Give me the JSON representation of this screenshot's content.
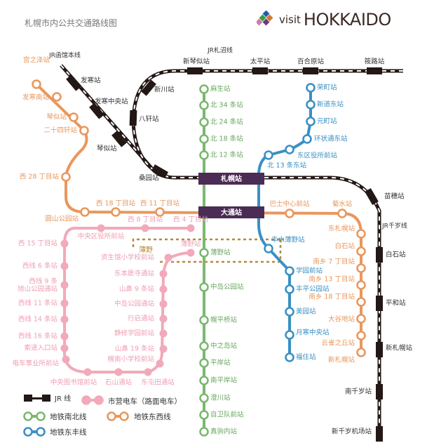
{
  "title": "札幌市内公共交通路线图",
  "logo": {
    "prefix": "visit",
    "name": "HOKKAIDO"
  },
  "colors": {
    "jr": "#231815",
    "namboku": "#7bb86f",
    "tozai": "#e9975c",
    "toho": "#3a90c2",
    "tram": "#f2a9b9",
    "hub": "#4b2c55",
    "susukino_box": "#b8893a"
  },
  "jr": {
    "line_labels": {
      "hakodate": "JR函馆本线",
      "sassho": "JR札沼线",
      "chitose": "JR千岁线"
    },
    "stations": [
      "新琴似站",
      "太平站",
      "百合原站",
      "筱路站",
      "新川站",
      "八轩站",
      "发寒站",
      "发寒中央站",
      "琴似站",
      "桑园站",
      "苗穗站",
      "白石站",
      "平和站",
      "新札幌站",
      "南千岁站",
      "新千岁机场站"
    ]
  },
  "hubs": {
    "sapporo": "札幌站",
    "odori": "大通站"
  },
  "namboku": [
    "麻生站",
    "北 34 条站",
    "北 24 条站",
    "北 18 条站",
    "北 12 条站",
    "薄野站",
    "中岛公园站",
    "幌平桥站",
    "中之岛站",
    "平岸站",
    "南平岸站",
    "澄川站",
    "自卫队前站",
    "真驹内站"
  ],
  "toho": [
    "荣町站",
    "新道东站",
    "元町站",
    "环状通东站",
    "东区役所前站",
    "北 13 条东站",
    "丰水薄野站",
    "学园前站",
    "丰平公园站",
    "美园站",
    "月寒中央站",
    "福住站"
  ],
  "tozai": [
    "宫之泽站",
    "发寒南站",
    "琴似站",
    "二十四轩站",
    "西 28 丁目站",
    "圆山公园站",
    "西 18 丁目站",
    "西 11 丁目站",
    "巴士中心前站",
    "菊水站",
    "东札幌站",
    "白石站",
    "南乡 7 丁目站",
    "南乡 13 丁目站",
    "南乡 18 丁目站",
    "大谷地站",
    "云雀之丘站",
    "新札幌站"
  ],
  "tram": [
    "西 4 丁目站",
    "西 8 丁目站",
    "中央区役所前站",
    "西 15 丁目站",
    "西线 6 条站",
    "西线 9 条\n旭山公园通站",
    "西线 11 条站",
    "西线 14 条站",
    "西线 16 条站",
    "索道入口站",
    "电车事业所前站",
    "中央图书馆前站",
    "石山通站",
    "东屯田通站",
    "幌南小学校前站",
    "山鼻 19 条站",
    "静修学园前站",
    "行启通站",
    "中岛公园通站",
    "山鼻 9 条站",
    "东本愿寺通站",
    "资生馆小学校前站",
    "薄野站"
  ],
  "susukino_area_label": "薄野",
  "legend": {
    "jr": "JR 线",
    "tram": "市营电车（路面电车）",
    "namboku": "地铁南北线",
    "tozai": "地铁东西线",
    "toho": "地铁东丰线"
  }
}
